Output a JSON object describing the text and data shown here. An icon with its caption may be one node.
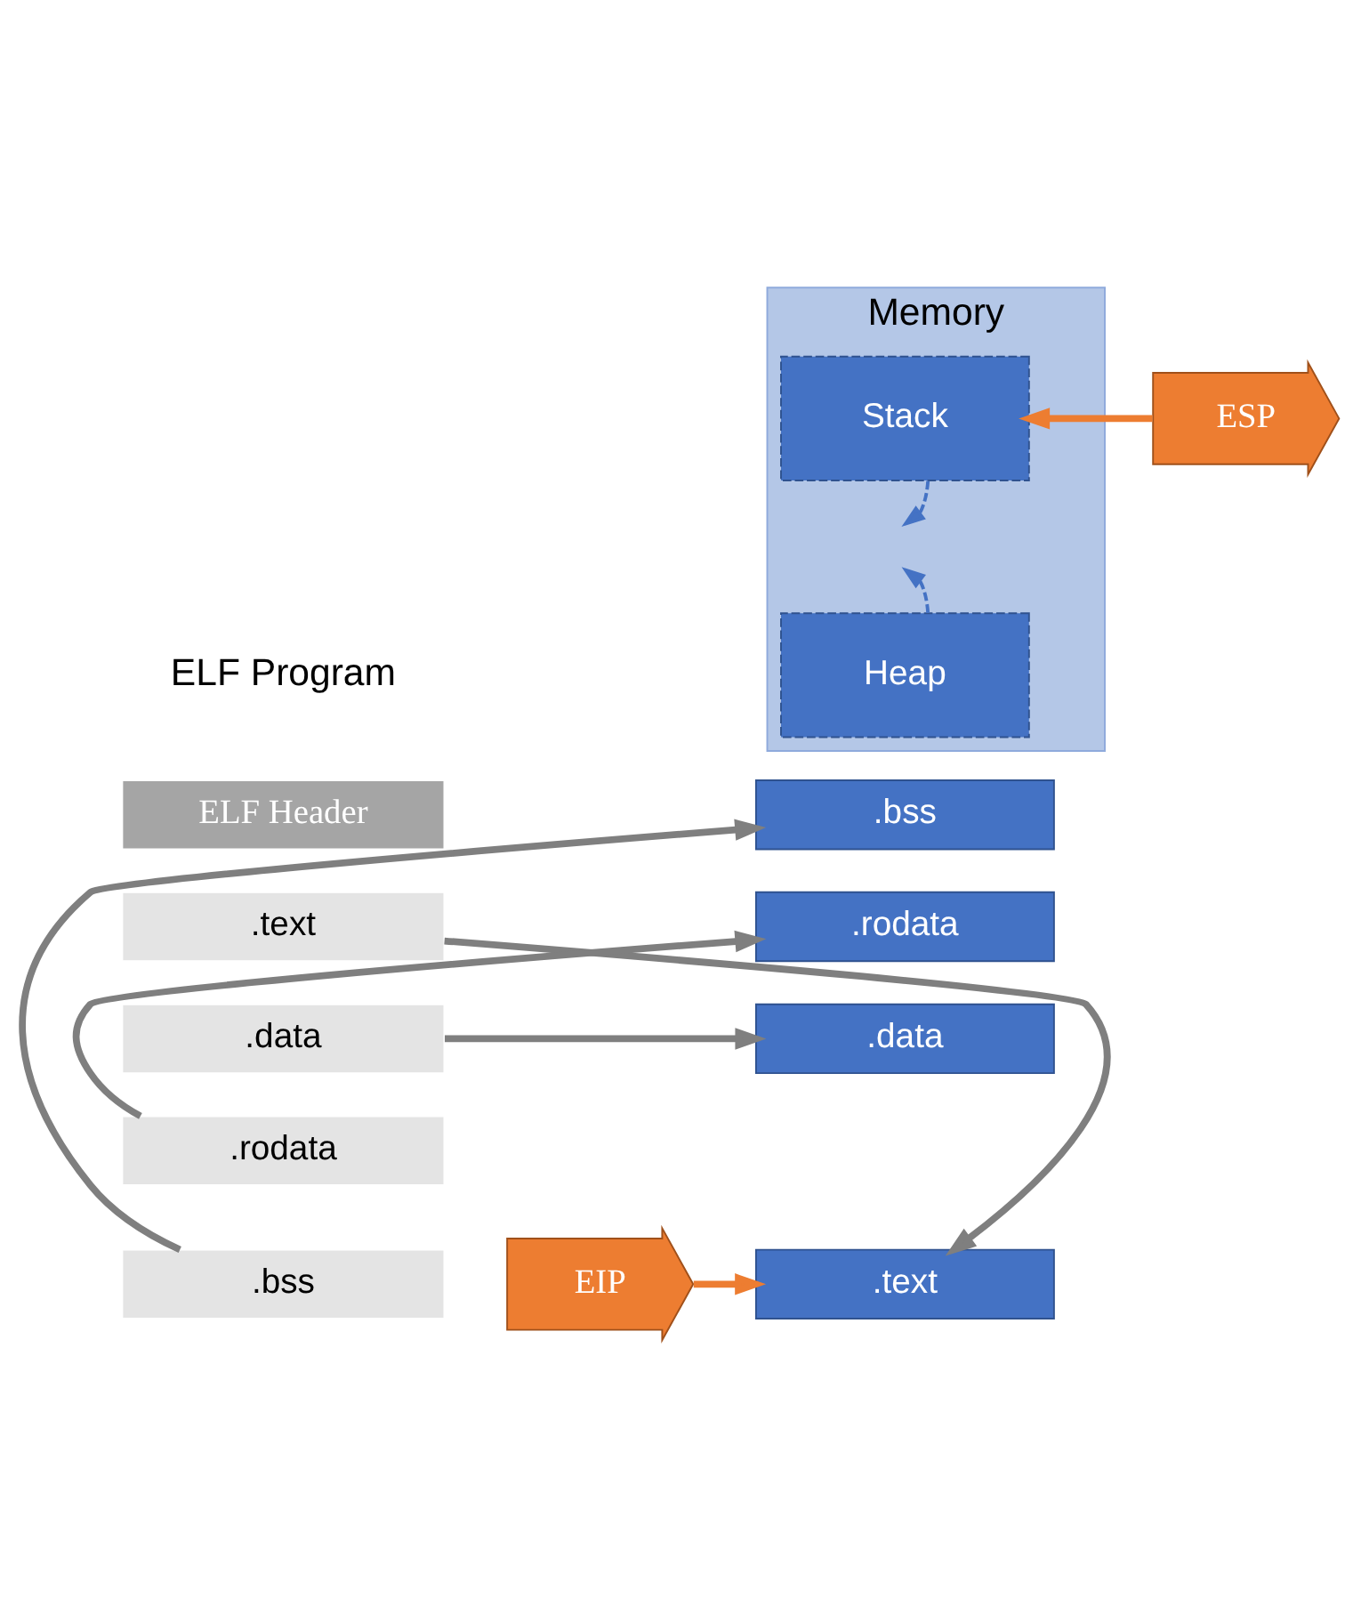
{
  "diagram": {
    "nodes": [
      {
        "text": [
          "Memory"
        ]
      },
      {
        "text": [
          "Stack"
        ],
        "in": 0
      },
      {
        "text": [
          "Heap"
        ],
        "in": 0
      },
      {
        "text": [
          ".bss"
        ]
      },
      {
        "text": [
          ".rodata"
        ]
      },
      {
        "text": [
          ".data"
        ]
      },
      {
        "text": [
          ".text"
        ]
      },
      {
        "text": [
          "ELF Header"
        ]
      },
      {
        "text": [
          ".text"
        ]
      },
      {
        "text": [
          ".data"
        ]
      },
      {
        "text": [
          ".rodata"
        ]
      },
      {
        "text": [
          ".bss"
        ]
      },
      {
        "text": [
          "ESP"
        ]
      },
      {
        "text": [
          "EIP"
        ]
      }
    ],
    "edges": [
      {
        "from": 8,
        "to": 6,
        "arrow": "to"
      },
      {
        "from": 9,
        "to": 5,
        "arrow": "to"
      },
      {
        "from": 10,
        "to": 4,
        "arrow": "to"
      },
      {
        "from": 11,
        "to": 3,
        "arrow": "to"
      },
      {
        "from": 12,
        "to": 1,
        "arrow": "to",
        "color": "#ed7d31"
      },
      {
        "from": 13,
        "to": 6,
        "arrow": "to",
        "color": "#ed7d31"
      },
      {
        "from": 1,
        "to": null,
        "arrow": "to",
        "style": "dashed",
        "color": "#4472c4"
      },
      {
        "from": 2,
        "to": null,
        "arrow": "to",
        "style": "dashed",
        "color": "#4472c4"
      }
    ],
    "labels": [
      "ELF Program"
    ]
  }
}
